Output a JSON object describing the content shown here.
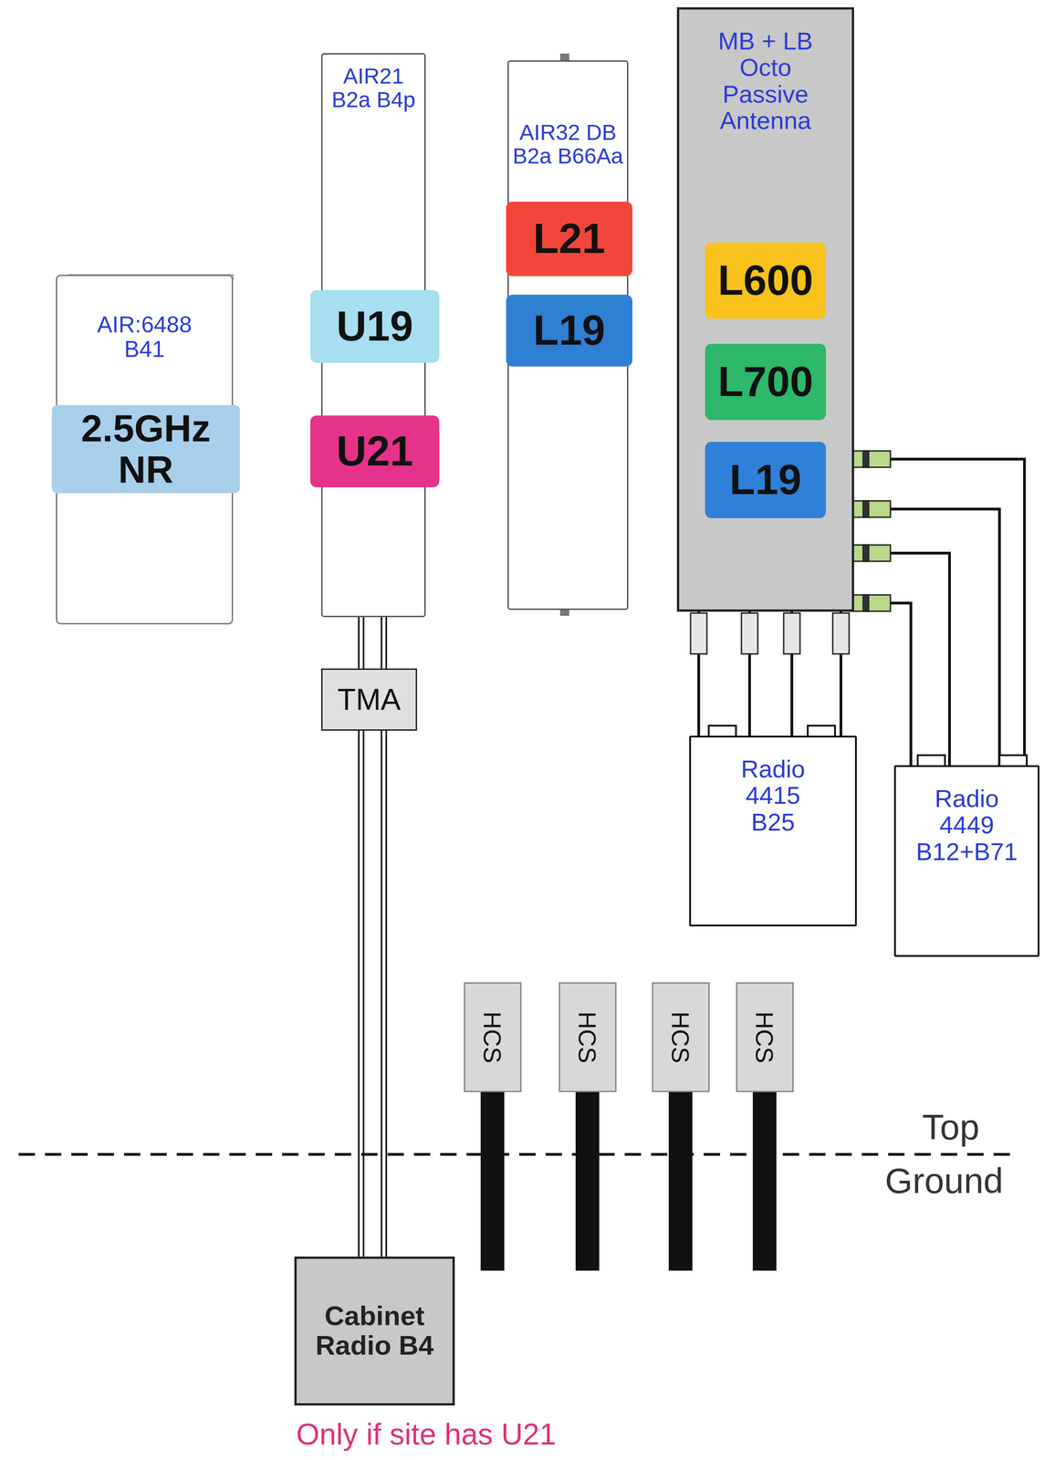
{
  "diagram": {
    "nodes": [
      {
        "text": [
          "AIR:6488 B41"
        ]
      },
      {
        "text": [
          "2.5GHz NR"
        ],
        "in": 0
      },
      {
        "text": [
          "AIR21 B2a B4p"
        ]
      },
      {
        "text": [
          "U19"
        ],
        "in": 2
      },
      {
        "text": [
          "U21"
        ],
        "in": 2
      },
      {
        "text": [
          "AIR32 DB B2a B66Aa"
        ]
      },
      {
        "text": [
          "L21"
        ],
        "in": 5
      },
      {
        "text": [
          "L19"
        ],
        "in": 5
      },
      {
        "text": [
          "MB + LB Octo Passive Antenna"
        ]
      },
      {
        "text": [
          "L600"
        ],
        "in": 8
      },
      {
        "text": [
          "L700"
        ],
        "in": 8
      },
      {
        "text": [
          "L19"
        ],
        "in": 8
      },
      {
        "text": [
          "TMA"
        ]
      },
      {
        "text": [
          "Radio 4415 B25"
        ]
      },
      {
        "text": [
          "Radio 4449 B12+B71"
        ]
      },
      {
        "text": [
          "HCS"
        ]
      },
      {
        "text": [
          "HCS"
        ]
      },
      {
        "text": [
          "HCS"
        ]
      },
      {
        "text": [
          "HCS"
        ]
      },
      {
        "text": [
          "Cabinet Radio B4"
        ]
      }
    ],
    "edges": [
      {
        "from": 2,
        "to": 12,
        "arrow": "none"
      },
      {
        "from": 2,
        "to": 12,
        "arrow": "none"
      },
      {
        "from": 12,
        "to": 19,
        "arrow": "none"
      },
      {
        "from": 12,
        "to": 19,
        "arrow": "none"
      },
      {
        "from": 8,
        "to": 13,
        "arrow": "none"
      },
      {
        "from": 8,
        "to": 13,
        "arrow": "none"
      },
      {
        "from": 8,
        "to": 13,
        "arrow": "none"
      },
      {
        "from": 8,
        "to": 13,
        "arrow": "none"
      },
      {
        "from": 8,
        "to": 14,
        "arrow": "none"
      },
      {
        "from": 8,
        "to": 14,
        "arrow": "none"
      },
      {
        "from": 8,
        "to": 14,
        "arrow": "none"
      },
      {
        "from": 8,
        "to": 14,
        "arrow": "none"
      }
    ],
    "labels": [
      "Top",
      "Ground",
      "Only if site has U21"
    ]
  }
}
